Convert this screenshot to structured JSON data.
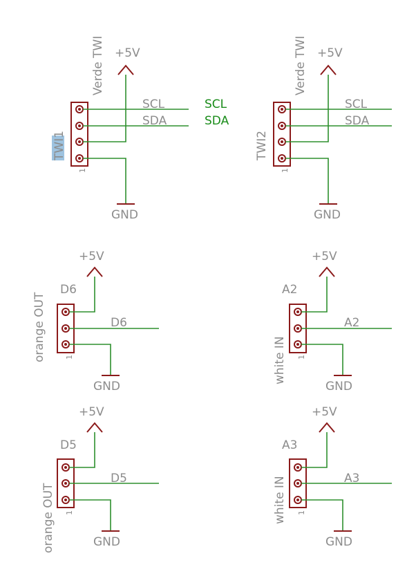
{
  "colors": {
    "wire": "#2d8f2d",
    "device": "#8b1a1a",
    "label": "#8c8c8c",
    "net_label": "#1a8c1a",
    "highlight": "#9ec3e0"
  },
  "twi1": {
    "name": "TWI1",
    "value": "Verde TWI",
    "pin1": "1",
    "supply": "+5V",
    "gnd": "GND",
    "scl": "SCL",
    "sda": "SDA",
    "net_scl": "SCL",
    "net_sda": "SDA"
  },
  "twi2": {
    "name": "TWI2",
    "value": "Verde TWI",
    "pin1": "1",
    "supply": "+5V",
    "gnd": "GND",
    "scl": "SCL",
    "sda": "SDA"
  },
  "d6": {
    "name": "D6",
    "value": "orange OUT",
    "pin1": "1",
    "supply": "+5V",
    "gnd": "GND",
    "signal": "D6"
  },
  "a2": {
    "name": "A2",
    "value": "white IN",
    "pin1": "1",
    "supply": "+5V",
    "gnd": "GND",
    "signal": "A2"
  },
  "d5": {
    "name": "D5",
    "value": "orange OUT",
    "pin1": "1",
    "supply": "+5V",
    "gnd": "GND",
    "signal": "D5"
  },
  "a3": {
    "name": "A3",
    "value": "white IN",
    "pin1": "1",
    "supply": "+5V",
    "gnd": "GND",
    "signal": "A3"
  }
}
